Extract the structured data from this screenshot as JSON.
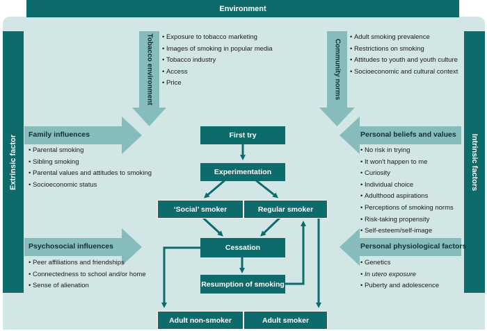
{
  "environment": "Environment",
  "left_side": "Extrinsic factor",
  "right_side": "Intrinsic factors",
  "tobacco_environment": {
    "label": "Tobacco environment",
    "items": [
      "Exposure to tobacco marketing",
      "Images of smoking in popular media",
      "Tobacco industry",
      "Access",
      "Price"
    ]
  },
  "community_norms": {
    "label": "Community norms",
    "items": [
      "Adult smoking prevalence",
      "Restrictions on smoking",
      "Attitudes to youth and youth culture",
      "Socioeconomic and cultural context"
    ]
  },
  "family_influences": {
    "label": "Family influences",
    "items": [
      "Parental smoking",
      "Sibling smoking",
      "Parental values and attitudes to smoking",
      "Socioeconomic status"
    ]
  },
  "psychosocial_influences": {
    "label": "Psychosocial influences",
    "items": [
      "Peer affiliations and friendships",
      "Connectedness to school and/or home",
      "Sense of alienation"
    ]
  },
  "personal_beliefs": {
    "label": "Personal beliefs and values",
    "items": [
      "No risk in trying",
      "It won't happen to me",
      "Curiosity",
      "Individual choice",
      "Adulthood aspirations",
      "Perceptions of smoking norms",
      "Risk-taking propensity",
      "Self-esteem/self-image"
    ]
  },
  "physiological": {
    "label": "Personal physiological factors",
    "items": [
      "Genetics",
      "In utero exposure",
      "Puberty and adolescence"
    ]
  },
  "flow": {
    "first_try": "First try",
    "experimentation": "Experimentation",
    "social_smoker": "‘Social’ smoker",
    "regular_smoker": "Regular smoker",
    "cessation": "Cessation",
    "resumption": "Resumption of smoking",
    "adult_non_smoker": "Adult non-smoker",
    "adult_smoker": "Adult smoker"
  }
}
